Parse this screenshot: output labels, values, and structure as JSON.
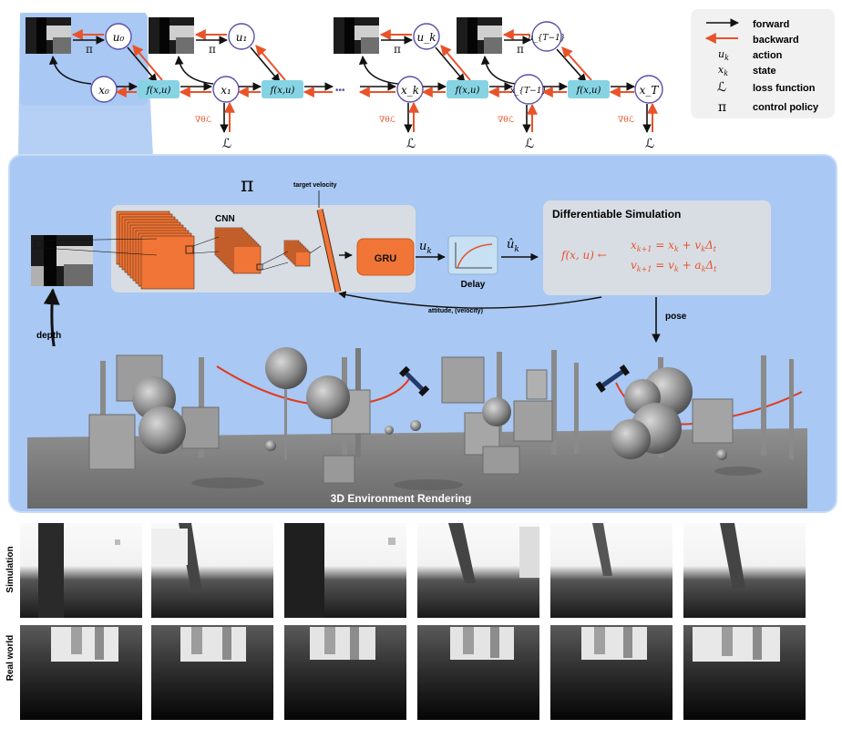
{
  "legend": {
    "items": [
      {
        "symbol": "",
        "label": "forward",
        "color": "#111111"
      },
      {
        "symbol": "",
        "label": "backward",
        "color": "#e8532a"
      },
      {
        "symbol": "u_k",
        "label": "action"
      },
      {
        "symbol": "x_k",
        "label": "state"
      },
      {
        "symbol": "ℒ",
        "label": "loss function"
      },
      {
        "symbol": "π",
        "label": "control policy"
      }
    ]
  },
  "chain": {
    "actions": [
      "u₀",
      "u₁",
      "u_k",
      "u_{T−1}"
    ],
    "states": [
      "x₀",
      "x₁",
      "x_k",
      "x_{T−1}",
      "x_T"
    ],
    "dynamics_label": "f(x,u)",
    "policy_symbol": "π",
    "loss_symbol": "ℒ",
    "gradient_label": "∇θℒ",
    "ellipsis": "•••"
  },
  "pipeline": {
    "policy_symbol": "π",
    "cnn_label": "CNN",
    "target_velocity_label": "target velocity",
    "gru_label": "GRU",
    "action_label": "u_k",
    "delayed_action_label": "û_k",
    "delay_label": "Delay",
    "sim_title": "Differentiable Simulation",
    "sim_lhs": "f(x, u) ←",
    "sim_eq1": "x_{k+1} = x_k + v_kΔ_t",
    "sim_eq2": "v_{k+1} = v_k + a_kΔ_t",
    "feedback_label": "attitude, (velocity)",
    "pose_label": "pose",
    "depth_label": "depth",
    "render_caption": "3D Environment Rendering"
  },
  "comparison": {
    "row_labels": [
      "Simulation",
      "Real world"
    ]
  },
  "colors": {
    "accent_orange": "#e8532a",
    "panel_blue": "#a9c8f3",
    "dyn_box": "#86d3e4",
    "node_stroke": "#5b4fa8",
    "gru": "#f07536"
  }
}
